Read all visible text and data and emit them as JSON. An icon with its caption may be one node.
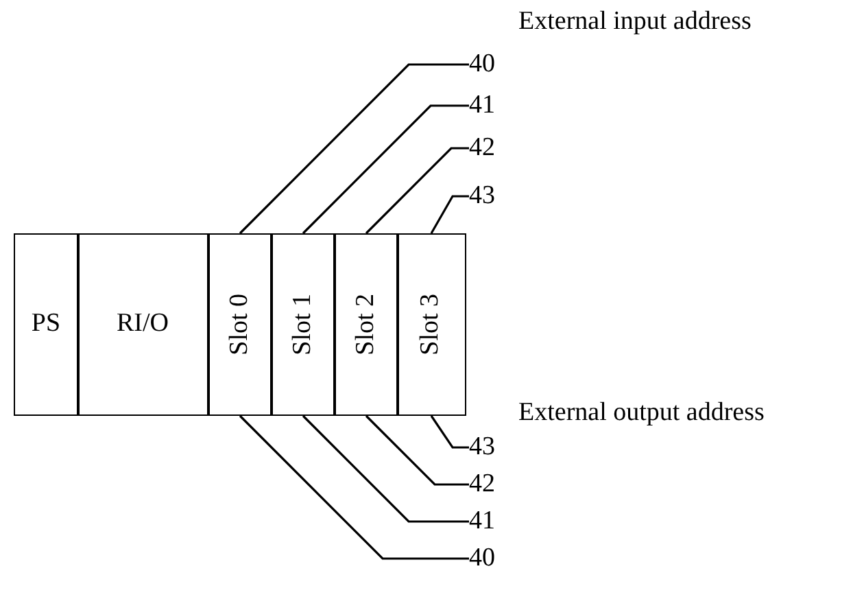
{
  "diagram": {
    "nodes": [
      {
        "text": [],
        "shape": "box"
      },
      {
        "text": [
          "PS"
        ],
        "in": 0
      },
      {
        "text": [
          "RI/O"
        ],
        "in": 0
      },
      {
        "text": [
          "Slot 0"
        ],
        "in": 0
      },
      {
        "text": [
          "Slot 1"
        ],
        "in": 0
      },
      {
        "text": [
          "Slot 2"
        ],
        "in": 0
      },
      {
        "text": [
          "Slot 3"
        ],
        "in": 0
      },
      {
        "text": [
          "40"
        ]
      },
      {
        "text": [
          "41"
        ]
      },
      {
        "text": [
          "42"
        ]
      },
      {
        "text": [
          "43"
        ]
      },
      {
        "text": [
          "43"
        ]
      },
      {
        "text": [
          "42"
        ]
      },
      {
        "text": [
          "41"
        ]
      },
      {
        "text": [
          "40"
        ]
      }
    ],
    "edges": [
      {
        "from": 7,
        "to": 3,
        "arrow": "none"
      },
      {
        "from": 8,
        "to": 4,
        "arrow": "none"
      },
      {
        "from": 9,
        "to": 5,
        "arrow": "none"
      },
      {
        "from": 10,
        "to": 6,
        "arrow": "none"
      },
      {
        "from": 11,
        "to": 6,
        "arrow": "none"
      },
      {
        "from": 12,
        "to": 5,
        "arrow": "none"
      },
      {
        "from": 13,
        "to": 4,
        "arrow": "none"
      },
      {
        "from": 14,
        "to": 3,
        "arrow": "none"
      }
    ],
    "labels": [
      "External input address",
      "External output address"
    ]
  }
}
